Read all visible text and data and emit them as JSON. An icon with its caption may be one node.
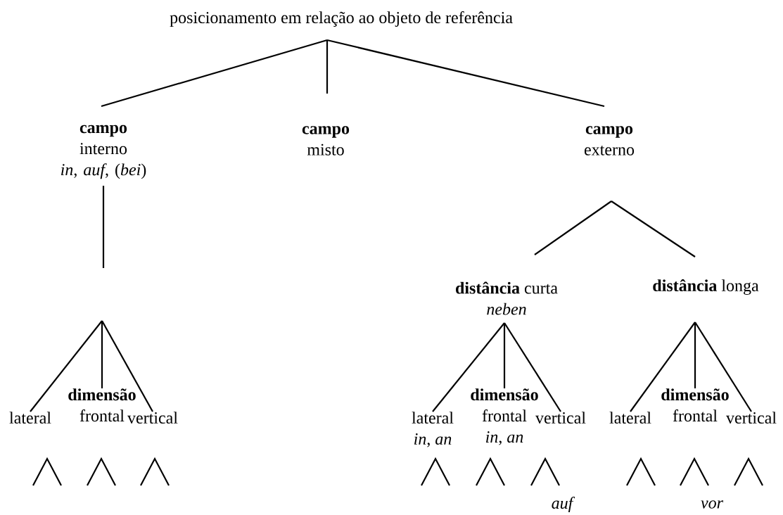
{
  "diagram": {
    "nodes": [
      {
        "text": [
          "posicionamento em relação ao objeto de referência"
        ]
      },
      {
        "text": [
          "**campo** interno",
          "*in*, *auf*, (*bei*)"
        ]
      },
      {
        "text": [
          "**campo** misto"
        ]
      },
      {
        "text": [
          "**campo** externo"
        ]
      },
      {
        "text": [
          "lateral"
        ]
      },
      {
        "text": [
          "dimensão",
          "frontal"
        ]
      },
      {
        "text": [
          "vertical"
        ]
      },
      {
        "text": [
          "**distância** curta",
          "neben"
        ]
      },
      {
        "text": [
          "**distância** longa"
        ]
      },
      {
        "text": [
          "lateral",
          "*in*, *an*"
        ]
      },
      {
        "text": [
          "dimensão",
          "frontal",
          "*in*, *an*"
        ]
      },
      {
        "text": [
          "vertical"
        ]
      },
      {
        "text": [
          "lateral"
        ]
      },
      {
        "text": [
          "dimensão",
          "frontal"
        ]
      },
      {
        "text": [
          "vertical"
        ]
      }
    ],
    "edges": [
      {
        "from": 0,
        "to": 1,
        "arrow": "none"
      },
      {
        "from": 0,
        "to": 2,
        "arrow": "none"
      },
      {
        "from": 0,
        "to": 3,
        "arrow": "none"
      },
      {
        "from": 1,
        "to": null,
        "arrow": "none"
      },
      {
        "from": null,
        "to": 4,
        "arrow": "none"
      },
      {
        "from": null,
        "to": 5,
        "arrow": "none"
      },
      {
        "from": null,
        "to": 6,
        "arrow": "none"
      },
      {
        "from": null,
        "to": 7,
        "arrow": "none"
      },
      {
        "from": null,
        "to": 8,
        "arrow": "none"
      },
      {
        "from": 7,
        "to": 9,
        "arrow": "none"
      },
      {
        "from": 7,
        "to": 10,
        "arrow": "none"
      },
      {
        "from": 7,
        "to": 11,
        "arrow": "none"
      },
      {
        "from": 8,
        "to": 12,
        "arrow": "none"
      },
      {
        "from": 8,
        "to": 13,
        "arrow": "none"
      },
      {
        "from": 8,
        "to": 14,
        "arrow": "none"
      }
    ],
    "labels": [
      "auf",
      "vor"
    ]
  }
}
